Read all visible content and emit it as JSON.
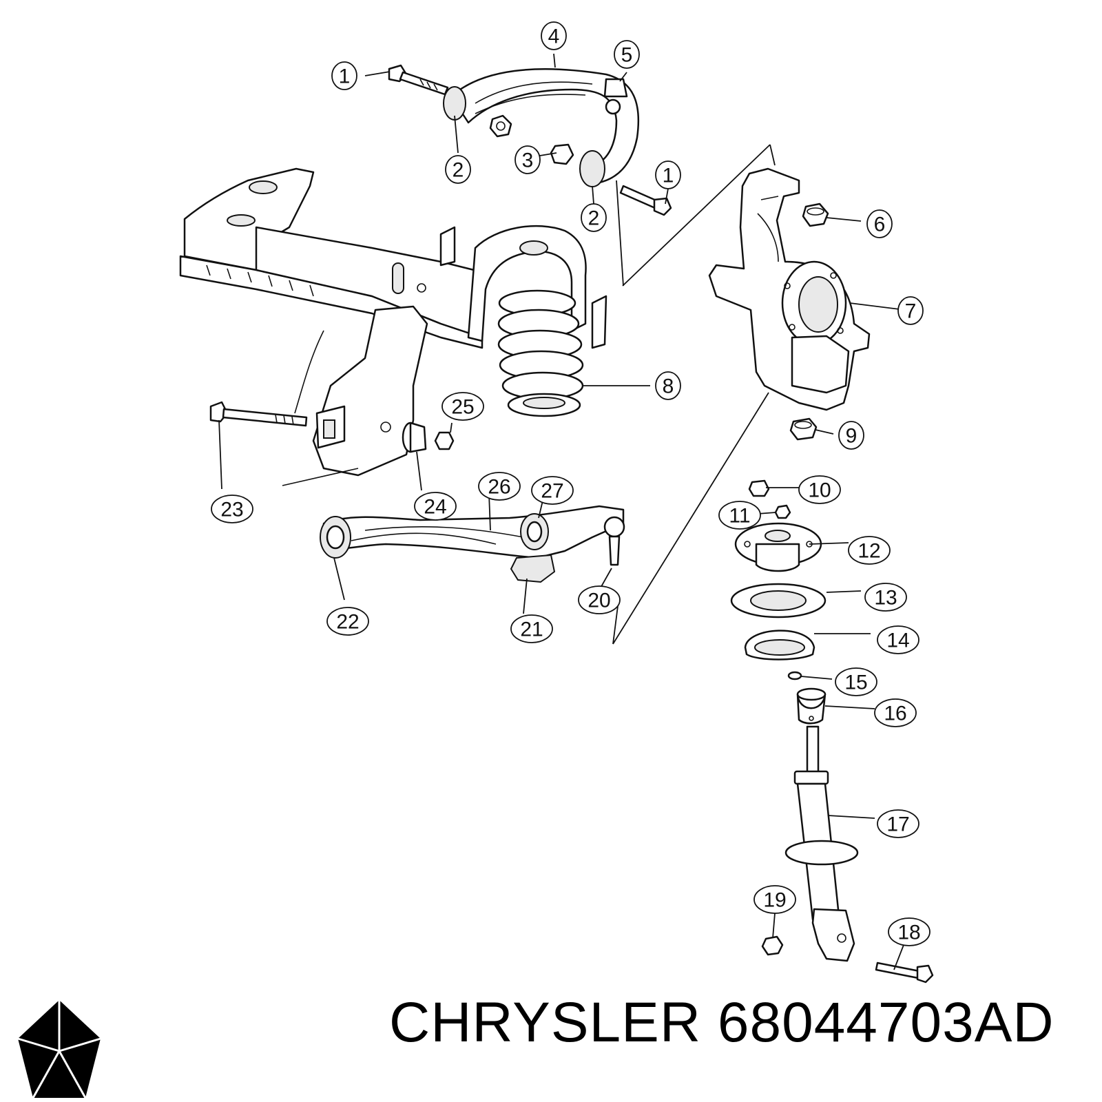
{
  "footer": {
    "brand": "CHRYSLER",
    "part_number": "68044703AD"
  },
  "brand_logo": {
    "icon": "pentastar-logo-icon",
    "color": "#000000"
  },
  "callouts": [
    {
      "label": "1",
      "name": "callout-1-upper-bolt"
    },
    {
      "label": "4",
      "name": "callout-4-upper-control-arm"
    },
    {
      "label": "5",
      "name": "callout-5-ball-joint"
    },
    {
      "label": "2",
      "name": "callout-2-bushing-front"
    },
    {
      "label": "3",
      "name": "callout-3-nut"
    },
    {
      "label": "1",
      "name": "callout-1-rear-bolt"
    },
    {
      "label": "2",
      "name": "callout-2-bushing-rear"
    },
    {
      "label": "6",
      "name": "callout-6-nut"
    },
    {
      "label": "7",
      "name": "callout-7-knuckle"
    },
    {
      "label": "8",
      "name": "callout-8-coil-spring"
    },
    {
      "label": "9",
      "name": "callout-9-nut"
    },
    {
      "label": "25",
      "name": "callout-25-nut"
    },
    {
      "label": "23",
      "name": "callout-23-bolt"
    },
    {
      "label": "24",
      "name": "callout-24-washer"
    },
    {
      "label": "26",
      "name": "callout-26-lower-control-arm"
    },
    {
      "label": "27",
      "name": "callout-27-bushing"
    },
    {
      "label": "10",
      "name": "callout-10-nut"
    },
    {
      "label": "11",
      "name": "callout-11-nut"
    },
    {
      "label": "12",
      "name": "callout-12-strut-mount"
    },
    {
      "label": "13",
      "name": "callout-13-isolator"
    },
    {
      "label": "14",
      "name": "callout-14-spring-seat"
    },
    {
      "label": "15",
      "name": "callout-15-washer"
    },
    {
      "label": "16",
      "name": "callout-16-jounce-bumper"
    },
    {
      "label": "17",
      "name": "callout-17-shock-absorber"
    },
    {
      "label": "20",
      "name": "callout-20-ball-joint"
    },
    {
      "label": "22",
      "name": "callout-22-bushing"
    },
    {
      "label": "21",
      "name": "callout-21-bushing"
    },
    {
      "label": "19",
      "name": "callout-19-nut"
    },
    {
      "label": "18",
      "name": "callout-18-bolt"
    }
  ]
}
